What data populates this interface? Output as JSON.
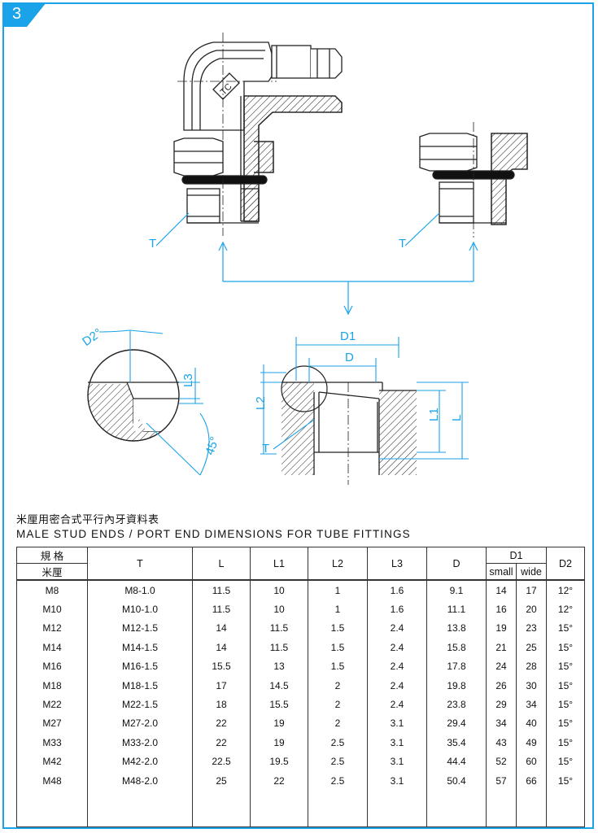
{
  "page_number": "3",
  "labels": {
    "T": "T",
    "D2": "D2°",
    "L3": "L3",
    "angle": "45°",
    "D1": "D1",
    "D": "D",
    "L1": "L1",
    "L": "L",
    "L2": "L2",
    "TC": "TC"
  },
  "title_cn": "米厘用密合式平行內牙資料表",
  "title_en": "MALE STUD ENDS / PORT END DIMENSIONS FOR TUBE FITTINGS",
  "table": {
    "headers": {
      "spec_top": "規        格",
      "spec_sub": "米厘",
      "T": "T",
      "L": "L",
      "L1": "L1",
      "L2": "L2",
      "L3": "L3",
      "D": "D",
      "D1": "D1",
      "small": "small",
      "wide": "wide",
      "D2": "D2"
    },
    "rows": [
      {
        "spec": "M8",
        "t": "M8-1.0",
        "l": "11.5",
        "l1": "10",
        "l2": "1",
        "l3": "1.6",
        "d": "9.1",
        "small": "14",
        "wide": "17",
        "d2": "12°"
      },
      {
        "spec": "M10",
        "t": "M10-1.0",
        "l": "11.5",
        "l1": "10",
        "l2": "1",
        "l3": "1.6",
        "d": "11.1",
        "small": "16",
        "wide": "20",
        "d2": "12°"
      },
      {
        "spec": "M12",
        "t": "M12-1.5",
        "l": "14",
        "l1": "11.5",
        "l2": "1.5",
        "l3": "2.4",
        "d": "13.8",
        "small": "19",
        "wide": "23",
        "d2": "15°"
      },
      {
        "spec": "M14",
        "t": "M14-1.5",
        "l": "14",
        "l1": "11.5",
        "l2": "1.5",
        "l3": "2.4",
        "d": "15.8",
        "small": "21",
        "wide": "25",
        "d2": "15°"
      },
      {
        "spec": "M16",
        "t": "M16-1.5",
        "l": "15.5",
        "l1": "13",
        "l2": "1.5",
        "l3": "2.4",
        "d": "17.8",
        "small": "24",
        "wide": "28",
        "d2": "15°"
      },
      {
        "spec": "M18",
        "t": "M18-1.5",
        "l": "17",
        "l1": "14.5",
        "l2": "2",
        "l3": "2.4",
        "d": "19.8",
        "small": "26",
        "wide": "30",
        "d2": "15°"
      },
      {
        "spec": "M22",
        "t": "M22-1.5",
        "l": "18",
        "l1": "15.5",
        "l2": "2",
        "l3": "2.4",
        "d": "23.8",
        "small": "29",
        "wide": "34",
        "d2": "15°"
      },
      {
        "spec": "M27",
        "t": "M27-2.0",
        "l": "22",
        "l1": "19",
        "l2": "2",
        "l3": "3.1",
        "d": "29.4",
        "small": "34",
        "wide": "40",
        "d2": "15°"
      },
      {
        "spec": "M33",
        "t": "M33-2.0",
        "l": "22",
        "l1": "19",
        "l2": "2.5",
        "l3": "3.1",
        "d": "35.4",
        "small": "43",
        "wide": "49",
        "d2": "15°"
      },
      {
        "spec": "M42",
        "t": "M42-2.0",
        "l": "22.5",
        "l1": "19.5",
        "l2": "2.5",
        "l3": "3.1",
        "d": "44.4",
        "small": "52",
        "wide": "60",
        "d2": "15°"
      },
      {
        "spec": "M48",
        "t": "M48-2.0",
        "l": "25",
        "l1": "22",
        "l2": "2.5",
        "l3": "3.1",
        "d": "50.4",
        "small": "57",
        "wide": "66",
        "d2": "15°"
      }
    ]
  },
  "colors": {
    "accent": "#1aa3e8",
    "line": "#222222"
  }
}
